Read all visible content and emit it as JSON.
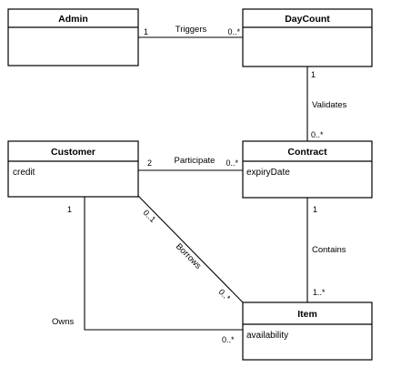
{
  "classes": {
    "admin": {
      "name": "Admin",
      "attributes": []
    },
    "daycount": {
      "name": "DayCount",
      "attributes": []
    },
    "customer": {
      "name": "Customer",
      "attributes": [
        "credit"
      ]
    },
    "contract": {
      "name": "Contract",
      "attributes": [
        "expiryDate"
      ]
    },
    "item": {
      "name": "Item",
      "attributes": [
        "availability"
      ]
    }
  },
  "associations": {
    "triggers": {
      "label": "Triggers",
      "from_mult": "1",
      "to_mult": "0..*"
    },
    "validates": {
      "label": "Validates",
      "from_mult": "1",
      "to_mult": "0..*"
    },
    "participate": {
      "label": "Participate",
      "from_mult": "2",
      "to_mult": "0..*"
    },
    "contains": {
      "label": "Contains",
      "from_mult": "1",
      "to_mult": "1..*"
    },
    "borrows": {
      "label": "Borrows",
      "from_mult": "0..1",
      "to_mult": "0..*"
    },
    "owns": {
      "label": "Owns",
      "from_mult": "1",
      "to_mult": "0..*"
    }
  }
}
